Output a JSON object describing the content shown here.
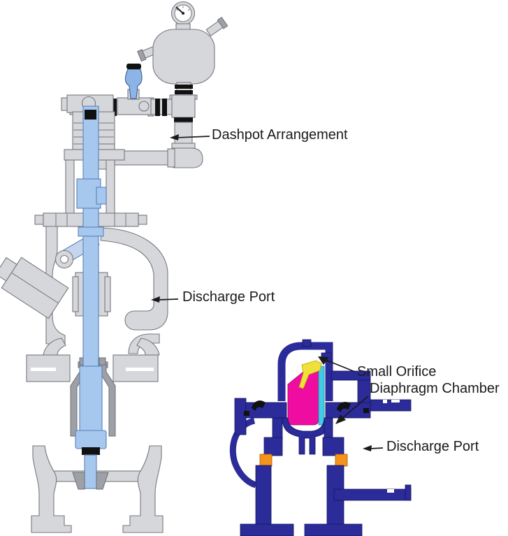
{
  "diagram": {
    "labels": {
      "dashpot": "Dashpot Arrangement",
      "discharge_port_main": "Discharge Port",
      "small_orifice": "Small Orifice",
      "diaphragm_chamber": "Diaphragm Chamber",
      "discharge_port_pilot": "Discharge Port"
    },
    "colors": {
      "casting_gray": "#d6d7db",
      "casting_outline": "#77787f",
      "dark_gray": "#9da0a6",
      "stem_blue": "#a6c7ee",
      "stem_blue_outline": "#5a82b8",
      "handle_blue": "#8cb4e6",
      "pilot_navy": "#2b2b99",
      "diaphragm_magenta": "#ee0da0",
      "orifice_yellow": "#f0e03c",
      "liner_cyan": "#42cce4",
      "seat_orange": "#f6931d",
      "label_text": "#1a1a1a"
    }
  }
}
